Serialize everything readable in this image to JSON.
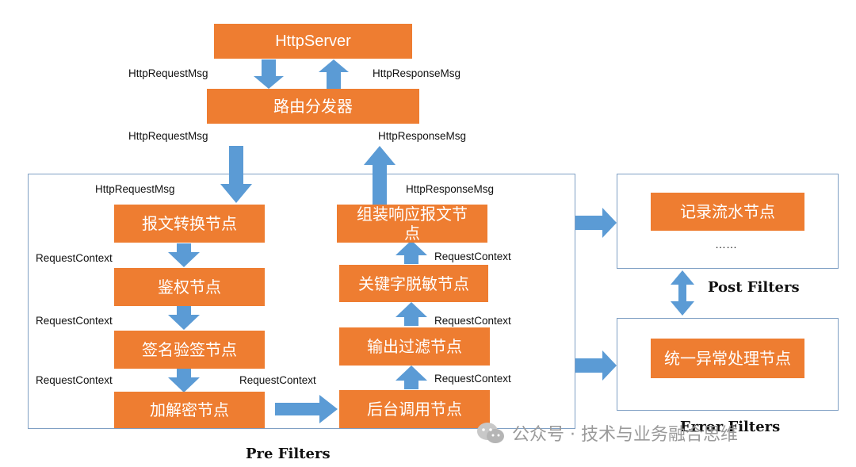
{
  "nodes": {
    "http_server": "HttpServer",
    "router": "路由分发器",
    "msg_convert": "报文转换节点",
    "auth": "鉴权节点",
    "sign_verify": "签名验签节点",
    "encrypt_decrypt": "加解密节点",
    "backend_call": "后台调用节点",
    "output_filter": "输出过滤节点",
    "keyword_mask": "关键字脱敏节点",
    "assemble_response": "组装响应报文节点",
    "log_flow": "记录流水节点",
    "exception_handling": "统一异常处理节点"
  },
  "labels": {
    "req_1": "HttpRequestMsg",
    "resp_1": "HttpResponseMsg",
    "req_2": "HttpRequestMsg",
    "resp_2": "HttpResponseMsg",
    "req_3": "HttpRequestMsg",
    "resp_3": "HttpResponseMsg",
    "ctx_1": "RequestContext",
    "ctx_2": "RequestContext",
    "ctx_3": "RequestContext",
    "ctx_4": "RequestContext",
    "ctx_5": "RequestContext",
    "ctx_6": "RequestContext",
    "ctx_7": "RequestContext"
  },
  "ellipsis": "……",
  "groups": {
    "pre": "Pre Filters",
    "post": "Post Filters",
    "error": "Error Filters"
  },
  "watermark": "公众号 · 技术与业务融合思维",
  "colors": {
    "node": "#ee7d31",
    "arrow": "#5b9bd5",
    "frame": "#7f9fc4"
  }
}
